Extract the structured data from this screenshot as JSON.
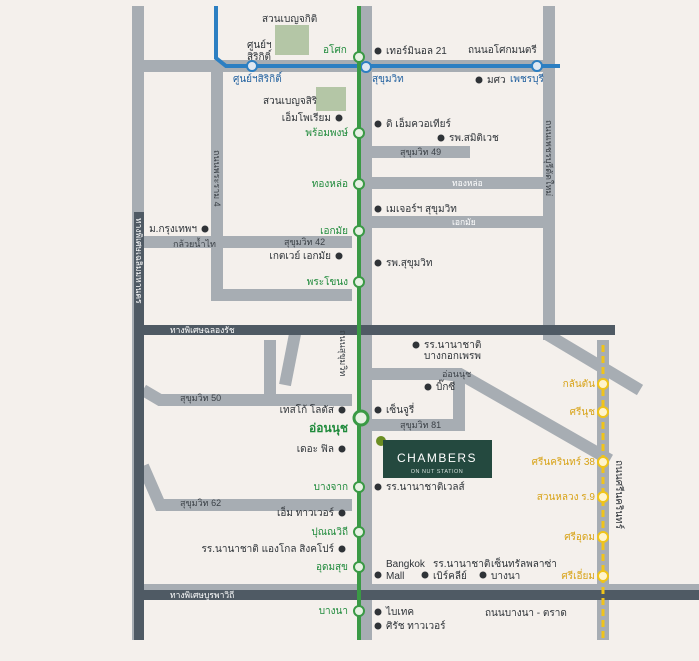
{
  "colors": {
    "background": "#f4f0ec",
    "road": "#a7adb3",
    "highway": "#4f5a64",
    "bts_sukhumvit_line": "#3a9a45",
    "bts_silom_blue_line": "#2c7fc2",
    "yellow_line": "#f0c419",
    "park": "#b4c6a6",
    "project_box": "#24493f",
    "project_dot": "#6b8e23"
  },
  "parks": [
    "สวนเบญจกิติ",
    "สวนเบญจสิริ"
  ],
  "blue_line_stations": [
    "ศูนย์ฯ สิริกิติ์",
    "สุขุมวิท",
    "เพชรบุรี"
  ],
  "blue_line_station_labels": [
    "ศูนย์ฯ\nสิริกิติ์",
    "ศูนย์ฯสิริกิติ์",
    "สุขุมวิท",
    "เพชรบุรี"
  ],
  "green_line_stations": [
    "อโศก",
    "พร้อมพงษ์",
    "ทองหล่อ",
    "เอกมัย",
    "พระโขนง",
    "อ่อนนุช",
    "บางจาก",
    "ปุณณวิถี",
    "อุดมสุข",
    "บางนา"
  ],
  "yellow_line_stations": [
    "กลันตัน",
    "ศรีนุช",
    "ศรีนครินทร์ 38",
    "สวนหลวง ร.9",
    "ศรีอุดม",
    "ศรีเอี่ยม"
  ],
  "roads": {
    "rama4": "ถนนพระราม 4",
    "phetchaburi": "ถนนเพชรบุรีตัดใหม่",
    "ratchadaphisek": "ถนนอโศกมนตรี",
    "sukhumvit": "ถนนสุขุมวิท",
    "chalerm_mahanakhon": "ทางพิเศษเฉลิมมหานคร",
    "chalong_rat": "ทางพิเศษฉลองรัช",
    "burapha_withi": "ทางพิเศษบูรพาวิถี",
    "srinakarin": "ถนนศรีนครินทร์",
    "bangna_trad": "ถนนบางนา - ตราด",
    "kluay_nam_thai": "กล้วยน้ำไท",
    "on_nut_road": "อ่อนนุช",
    "thonglor": "ทองหล่อ",
    "ekkamai": "เอกมัย",
    "soi49": "สุขุมวิท 49",
    "soi42": "สุขุมวิท 42",
    "soi50": "สุขุมวิท 50",
    "soi81": "สุขุมวิท 81",
    "soi62": "สุขุมวิท 62"
  },
  "landmarks": {
    "qsncc": "ศูนย์ฯ\nสิริกิติ์",
    "terminal21": "เทอร์มินอล 21",
    "mahidol": "มศว",
    "emporium": "เอ็มโพเรียม",
    "emquartier": "ดิ เอ็มควอเทียร์",
    "samitivej": "รพ.สมิติเวช",
    "major_sukhumvit": "เมเจอร์ฯ สุขุมวิท",
    "bangkok_univ": "ม.กรุงเทพฯ",
    "gateway_ekamai": "เกตเวย์ เอกมัย",
    "sukhumvit_hospital": "รพ.สุขุมวิท",
    "bangkok_prep": "รร.นานาชาติ\nบางกอกเพรพ",
    "bigc": "บิ๊กซี",
    "tesco_lotus": "เทสโก้ โลตัส",
    "century": "เซ็นจูรี่",
    "the_phil": "เดอะ ฟิล",
    "wells": "รร.นานาชาติเวลส์",
    "m_tower": "เอ็ม ทาวเวอร์",
    "anglo_singapore": "รร.นานาชาติ แองโกล สิงคโปร์",
    "bangkok_mall": "Bangkok\nMall",
    "bromsgrove": "รร.นานาชาติ\nเบิร์คลีย์",
    "central_bangna": "เซ็นทรัลพลาซ่า\nบางนา",
    "bitec": "ไบเทค",
    "thirathai_tower": "ศิรัช ทาวเวอร์"
  },
  "project": {
    "name": "CHAMBERS",
    "subtitle": "ON NUT STATION"
  }
}
